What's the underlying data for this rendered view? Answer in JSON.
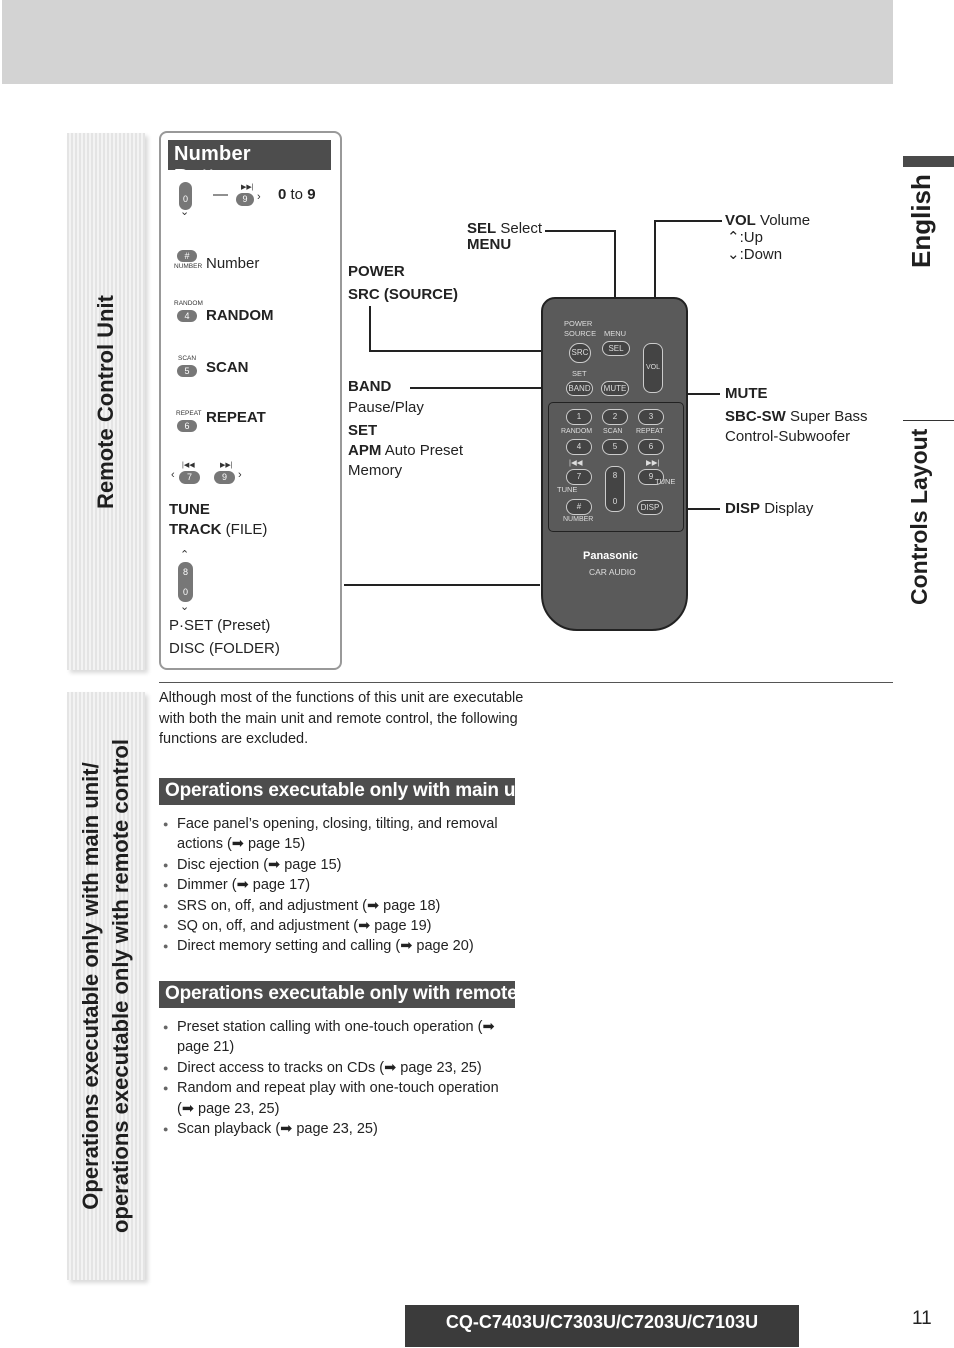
{
  "side_tabs": {
    "remote_control_unit": "Remote Control Unit",
    "operations_line1": "Operations executable only with main unit/",
    "operations_line2": "operations executable only with remote control"
  },
  "right_tabs": {
    "english": "English",
    "controls_layout": "Controls Layout"
  },
  "number_buttons": {
    "title": "Number Buttons",
    "zero": "0",
    "to": "to",
    "nine": "9",
    "key0": "0",
    "key9": "9",
    "number_label": "Number",
    "number_key": "#",
    "number_tiny": "NUMBER",
    "random_label": "RANDOM",
    "random_tiny": "RANDOM",
    "random_key": "4",
    "scan_label": "SCAN",
    "scan_tiny": "SCAN",
    "scan_key": "5",
    "repeat_label": "REPEAT",
    "repeat_tiny": "REPEAT",
    "repeat_key": "6",
    "key7": "7",
    "key9b": "9",
    "tune": "TUNE",
    "track": "TRACK",
    "file": "(FILE)",
    "key8": "8",
    "key0b": "0",
    "pset": "P·SET (Preset)",
    "disc": "DISC (FOLDER)"
  },
  "callouts": {
    "sel": "SEL",
    "select": "Select",
    "menu": "MENU",
    "power": "POWER",
    "src": "SRC (SOURCE)",
    "band": "BAND",
    "pause_play": "Pause/Play",
    "set": "SET",
    "apm": "APM",
    "apm_desc": "Auto Preset",
    "memory": "Memory",
    "vol": "VOL",
    "volume": "Volume",
    "up": ":Up",
    "down": ":Down",
    "mute": "MUTE",
    "sbc": "SBC-SW",
    "sbc_desc": "Super Bass",
    "sbc_desc2": "Control-Subwoofer",
    "disp": "DISP",
    "display": "Display"
  },
  "remote": {
    "power": "POWER",
    "source": "SOURCE",
    "menu": "MENU",
    "src": "SRC",
    "sel": "SEL",
    "vol": "VOL",
    "set": "SET",
    "band": "BAND",
    "mute": "MUTE",
    "k1": "1",
    "k2": "2",
    "k3": "3",
    "random": "RANDOM",
    "scan": "SCAN",
    "repeat": "REPEAT",
    "k4": "4",
    "k5": "5",
    "k6": "6",
    "k7": "7",
    "k8": "8",
    "k9": "9",
    "k0": "0",
    "tune": "TUNE",
    "tune2": "TUNE",
    "hash": "#",
    "number": "NUMBER",
    "disp": "DISP",
    "brand": "Panasonic",
    "car_audio": "CAR AUDIO"
  },
  "intro": "Although most of the functions of this unit are executable with both the main unit and remote control, the following functions are excluded.",
  "main_unit": {
    "heading": "Operations executable only with main unit",
    "items": [
      "Face panel’s opening, closing, tilting, and removal actions (➡ page 15)",
      "Disc ejection (➡ page 15)",
      "Dimmer (➡ page 17)",
      "SRS on, off, and adjustment (➡ page 18)",
      "SQ on, off, and adjustment (➡ page 19)",
      "Direct memory setting and calling (➡ page 20)"
    ]
  },
  "remote_only": {
    "heading": "Operations executable only with remote control",
    "items": [
      "Preset station calling with one-touch operation (➡ page 21)",
      "Direct access to tracks on CDs (➡ page 23, 25)",
      "Random and repeat play with one-touch operation (➡ page 23, 25)",
      "Scan playback (➡ page 23, 25)"
    ]
  },
  "footer": {
    "model": "CQ-C7403U/C7303U/C7203U/C7103U",
    "page": "11"
  },
  "colors": {
    "dark_bar": "#4d4d4d",
    "top_bar": "#d3d3d3"
  }
}
